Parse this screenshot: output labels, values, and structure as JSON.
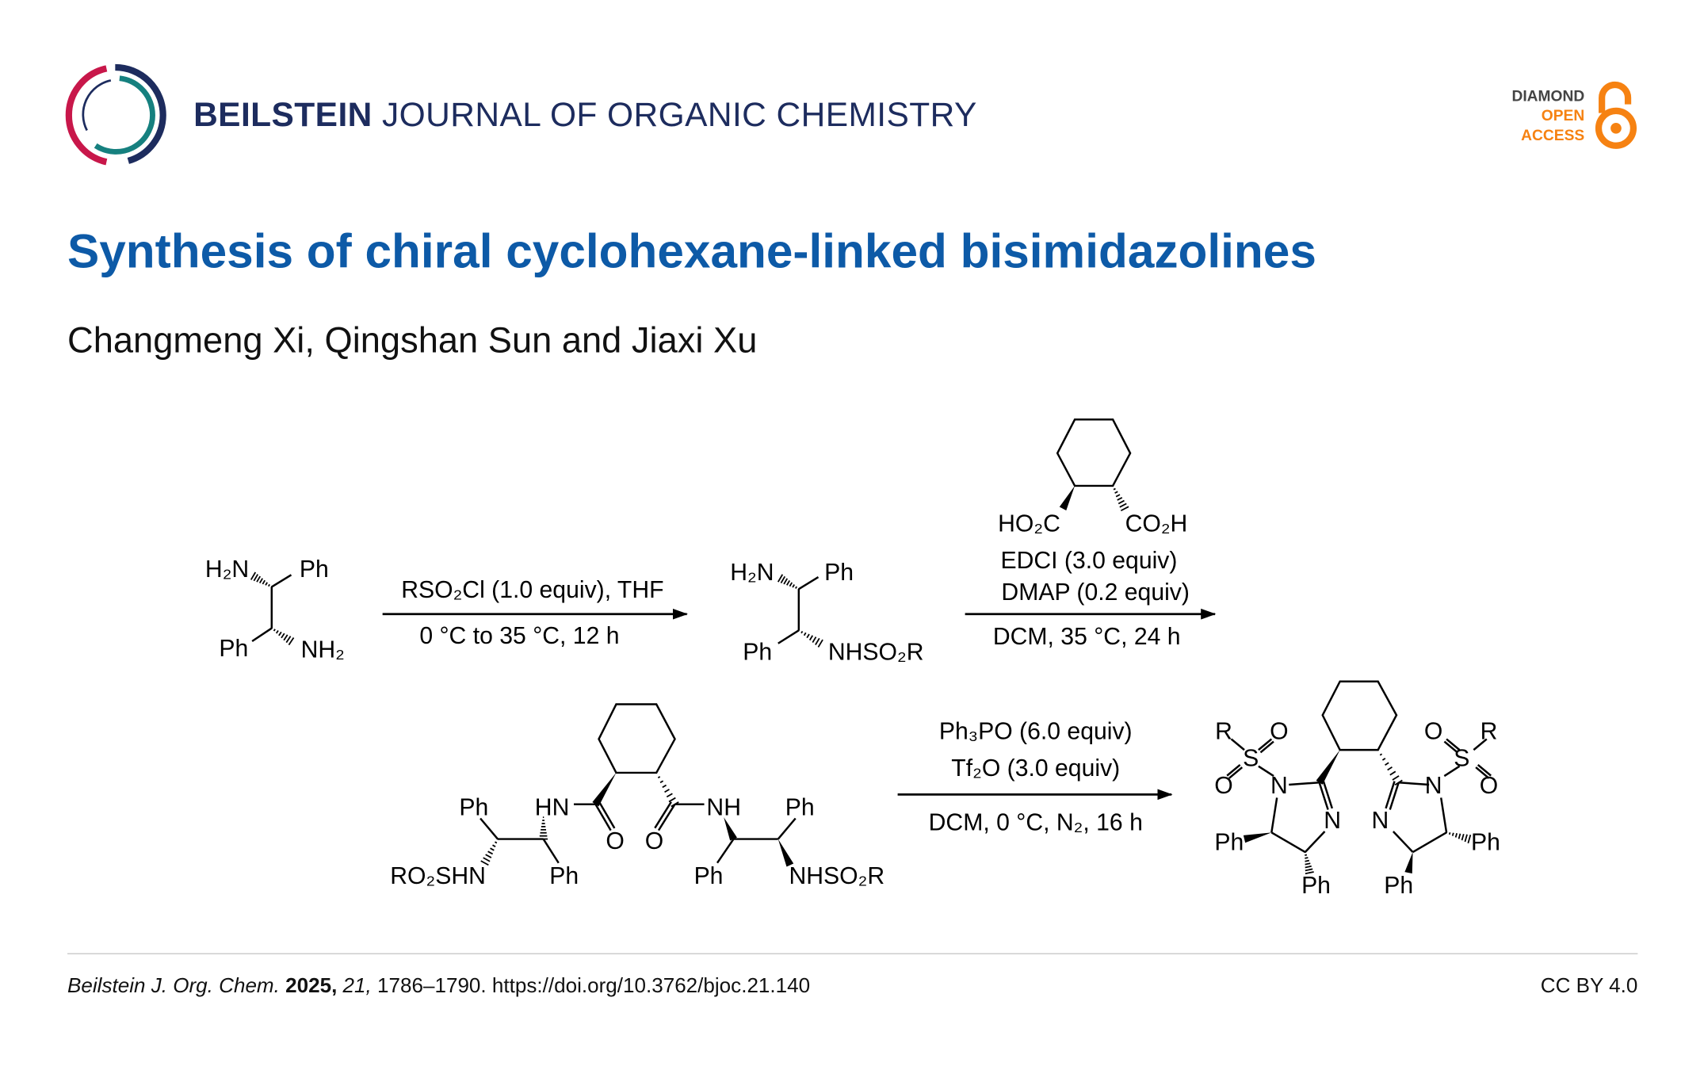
{
  "header": {
    "journal_bold": "BEILSTEIN",
    "journal_rest": "JOURNAL OF ORGANIC CHEMISTRY",
    "badge": {
      "line1": "DIAMOND",
      "line2": "OPEN",
      "line3": "ACCESS"
    }
  },
  "article": {
    "title": "Synthesis of chiral cyclohexane-linked bisimidazolines",
    "authors": "Changmeng Xi, Qingshan Sun and Jiaxi Xu"
  },
  "scheme": {
    "step1": {
      "reagent": "RSO₂Cl (1.0 equiv), THF",
      "conditions": "0 °C to 35 °C, 12 h"
    },
    "step2": {
      "acid_left": "HO₂C",
      "acid_right": "CO₂H",
      "reagent1": "EDCI (3.0 equiv)",
      "reagent2": "DMAP (0.2 equiv)",
      "conditions": "DCM, 35 °C, 24 h"
    },
    "step3": {
      "reagent1": "Ph₃PO (6.0 equiv)",
      "reagent2": "Tf₂O (3.0 equiv)",
      "conditions": "DCM, 0 °C, N₂, 16 h"
    },
    "labels": {
      "h2n": "H₂N",
      "nh2": "NH₂",
      "ph": "Ph",
      "nhso2r": "NHSO₂R",
      "ro2shn": "RO₂SHN",
      "hn": "HN",
      "nh": "NH",
      "o": "O",
      "n": "N",
      "s": "S",
      "r": "R"
    }
  },
  "footer": {
    "journal_abbrev": "Beilstein J. Org. Chem.",
    "year": "2025,",
    "volume": "21,",
    "pages_doi": "1786–1790. https://doi.org/10.3762/bjoc.21.140",
    "license": "CC BY 4.0"
  },
  "colors": {
    "title": "#0d5aa7",
    "journal": "#1d2c5e",
    "oa_orange": "#f68212",
    "logo_red": "#c8174a",
    "logo_teal": "#16807f"
  }
}
